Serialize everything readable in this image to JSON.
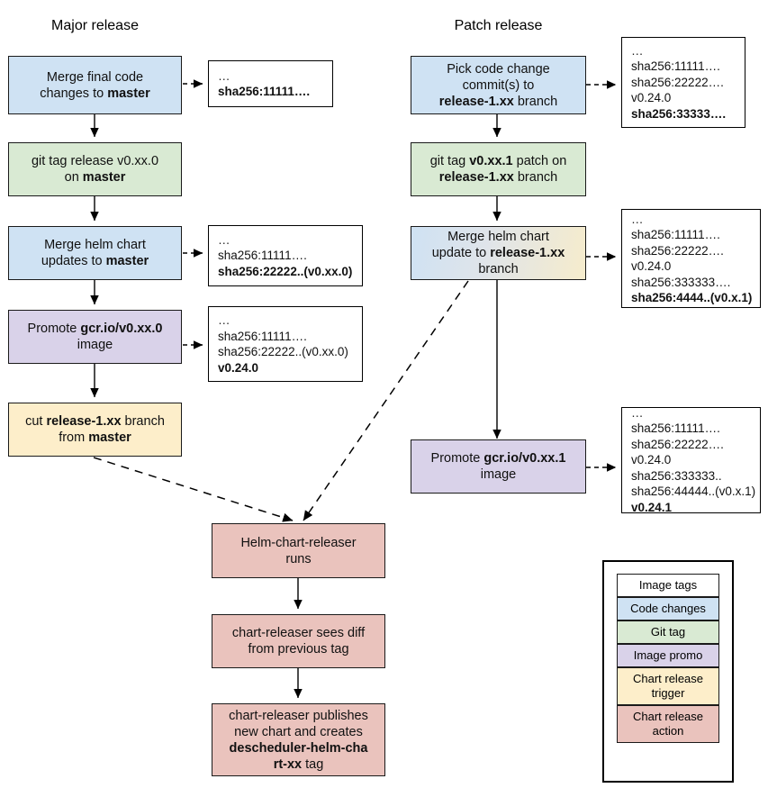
{
  "columns": [
    {
      "key": "major",
      "title": "Major release"
    },
    {
      "key": "patch",
      "title": "Patch release"
    }
  ],
  "major_flow": [
    {
      "id": "merge-final-code",
      "kind": "code-changes",
      "lines": [
        {
          "text": "Merge final code",
          "bold": false
        },
        {
          "pre": "changes to ",
          "strong": "master",
          "post": ""
        }
      ]
    },
    {
      "id": "git-tag-release",
      "kind": "git-tag",
      "lines": [
        {
          "text": "git tag release v0.xx.0",
          "bold": false
        },
        {
          "pre": "on ",
          "strong": "master",
          "post": ""
        }
      ]
    },
    {
      "id": "merge-helm-chart-updates",
      "kind": "code-changes",
      "lines": [
        {
          "text": "Merge helm chart",
          "bold": false
        },
        {
          "pre": "updates to ",
          "strong": "master",
          "post": ""
        }
      ]
    },
    {
      "id": "promote-image-major",
      "kind": "image-promo",
      "lines": [
        {
          "pre": "Promote ",
          "strong": "gcr.io/v0.xx.0",
          "post": ""
        },
        {
          "text": "image",
          "bold": false
        }
      ]
    },
    {
      "id": "cut-release-branch",
      "kind": "chart-release-trigger",
      "lines": [
        {
          "pre": "cut ",
          "strong": "release-1.xx",
          "post": " branch"
        },
        {
          "pre": "from ",
          "strong": "master",
          "post": ""
        }
      ]
    }
  ],
  "patch_flow": [
    {
      "id": "pick-code-change-commits",
      "kind": "code-changes",
      "lines": [
        {
          "text": "Pick code change",
          "bold": false
        },
        {
          "text": "commit(s) to",
          "bold": false
        },
        {
          "pre": "",
          "strong": "release-1.xx",
          "post": " branch"
        }
      ]
    },
    {
      "id": "git-tag-patch",
      "kind": "git-tag",
      "lines": [
        {
          "pre": "git tag ",
          "strong": "v0.xx.1",
          "post": " patch on"
        },
        {
          "pre": "",
          "strong": "release-1.xx",
          "post": " branch"
        }
      ]
    },
    {
      "id": "merge-helm-chart-update-branch",
      "kind": "gradient-code-to-trigger",
      "lines": [
        {
          "text": "Merge helm chart",
          "bold": false
        },
        {
          "pre": "update to ",
          "strong": "release-1.xx",
          "post": ""
        },
        {
          "text": "branch",
          "bold": false
        }
      ]
    },
    {
      "id": "promote-image-patch",
      "kind": "image-promo",
      "lines": [
        {
          "pre": "Promote ",
          "strong": "gcr.io/v0.xx.1",
          "post": ""
        },
        {
          "text": "image",
          "bold": false
        }
      ]
    }
  ],
  "bottom_flow": [
    {
      "id": "helm-chart-releaser-runs",
      "kind": "chart-release-action",
      "lines": [
        {
          "text": "Helm-chart-releaser",
          "bold": false
        },
        {
          "text": "runs",
          "bold": false
        }
      ]
    },
    {
      "id": "chart-releaser-sees-diff",
      "kind": "chart-release-action",
      "lines": [
        {
          "text": "chart-releaser sees diff",
          "bold": false
        },
        {
          "text": "from previous tag",
          "bold": false
        }
      ]
    },
    {
      "id": "chart-releaser-publishes",
      "kind": "chart-release-action",
      "lines": [
        {
          "text": "chart-releaser publishes",
          "bold": false
        },
        {
          "text": "new chart and creates",
          "bold": false
        },
        {
          "text": "descheduler-helm-cha",
          "bold": true
        },
        {
          "pre": "",
          "strong": "rt-xx",
          "post": " tag"
        }
      ]
    }
  ],
  "tag_boxes": [
    {
      "id": "tags-after-merge-final-code",
      "lines": [
        {
          "text": "…",
          "bold": false
        },
        {
          "text": "sha256:11111….",
          "bold": true
        }
      ]
    },
    {
      "id": "tags-after-merge-helm-chart-updates",
      "lines": [
        {
          "text": "…",
          "bold": false
        },
        {
          "text": "sha256:11111….",
          "bold": false
        },
        {
          "text": "sha256:22222..(v0.xx.0)",
          "bold": true
        }
      ]
    },
    {
      "id": "tags-after-promote-image-major",
      "lines": [
        {
          "text": "…",
          "bold": false
        },
        {
          "text": "sha256:11111….",
          "bold": false
        },
        {
          "text": "sha256:22222..(v0.xx.0)",
          "bold": false
        },
        {
          "text": "v0.24.0",
          "bold": true
        }
      ]
    },
    {
      "id": "tags-after-pick-code-change",
      "lines": [
        {
          "text": "…",
          "bold": false
        },
        {
          "text": "sha256:11111….",
          "bold": false
        },
        {
          "text": "sha256:22222….",
          "bold": false
        },
        {
          "text": "v0.24.0",
          "bold": false
        },
        {
          "text": "sha256:33333….",
          "bold": true
        }
      ]
    },
    {
      "id": "tags-after-merge-helm-chart-branch",
      "lines": [
        {
          "text": "…",
          "bold": false
        },
        {
          "text": "sha256:11111….",
          "bold": false
        },
        {
          "text": "sha256:22222….",
          "bold": false
        },
        {
          "text": "v0.24.0",
          "bold": false
        },
        {
          "text": "sha256:333333….",
          "bold": false
        },
        {
          "text": "sha256:4444..(v0.x.1)",
          "bold": true
        }
      ]
    },
    {
      "id": "tags-after-promote-image-patch",
      "lines": [
        {
          "text": "…",
          "bold": false
        },
        {
          "text": "sha256:11111….",
          "bold": false
        },
        {
          "text": "sha256:22222….",
          "bold": false
        },
        {
          "text": "v0.24.0",
          "bold": false
        },
        {
          "text": "sha256:333333..",
          "bold": false
        },
        {
          "text": "sha256:44444..(v0.x.1)",
          "bold": false
        },
        {
          "text": "v0.24.1",
          "bold": true
        }
      ]
    }
  ],
  "legend": {
    "items": [
      {
        "label": "Image tags",
        "color": "#ffffff"
      },
      {
        "label": "Code changes",
        "color": "#cfe2f3"
      },
      {
        "label": "Git tag",
        "color": "#d9ead3"
      },
      {
        "label": "Image promo",
        "color": "#d9d2e9"
      },
      {
        "label": "Chart release trigger",
        "color": "#fdeeca"
      },
      {
        "label": "Chart release action",
        "color": "#eac3bd"
      }
    ]
  },
  "colors": {
    "code_changes": "#cfe2f3",
    "git_tag": "#d9ead3",
    "image_promo": "#d9d2e9",
    "chart_release_trigger": "#fdeeca",
    "chart_release_action": "#eac3bd",
    "tag_box": "#ffffff",
    "stroke": "#000000"
  }
}
